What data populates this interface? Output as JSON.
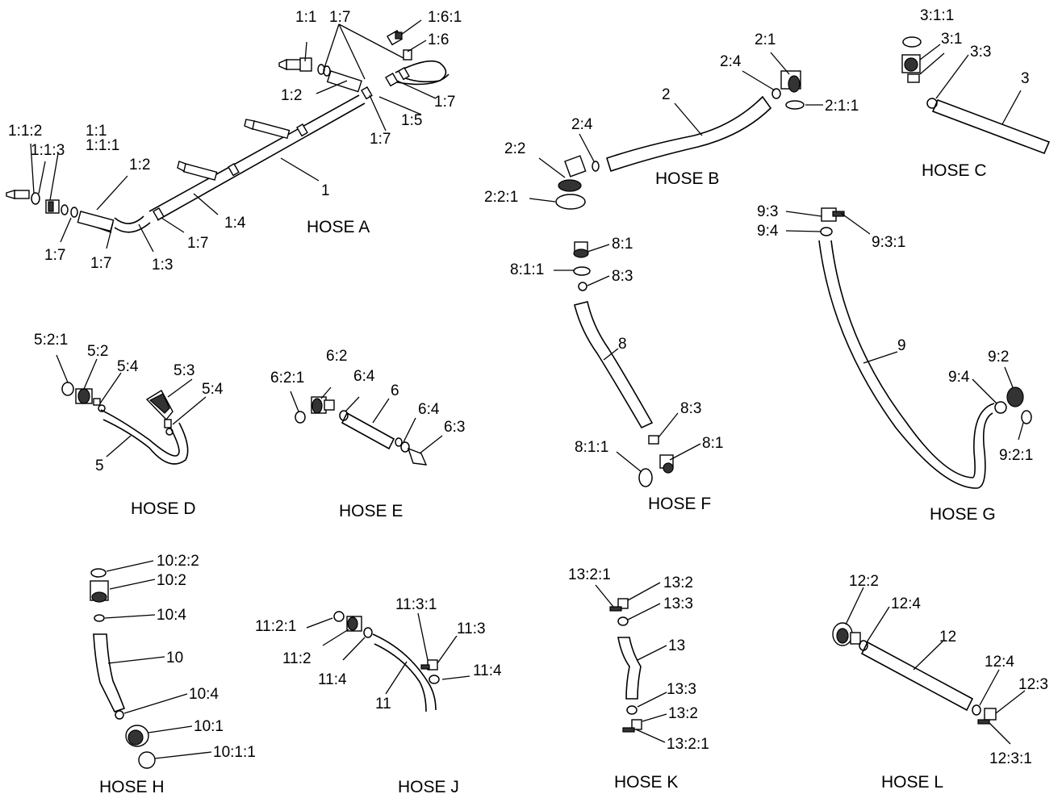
{
  "titles": {
    "a": "HOSE A",
    "b": "HOSE B",
    "c": "HOSE C",
    "d": "HOSE D",
    "e": "HOSE E",
    "f": "HOSE F",
    "g": "HOSE G",
    "h": "HOSE H",
    "j": "HOSE J",
    "k": "HOSE K",
    "l": "HOSE L"
  },
  "a": {
    "l1_1_top": "1:1",
    "l1_7_top": "1:7",
    "l1_6_1": "1:6:1",
    "l1_6": "1:6",
    "l1_2_top": "1:2",
    "l1_7_r": "1:7",
    "l1_5": "1:5",
    "l1_7_mid": "1:7",
    "l1": "1",
    "l1_1_2": "1:1:2",
    "l1_1": "1:1",
    "l1_1_1": "1:1:1",
    "l1_1_3": "1:1:3",
    "l1_2": "1:2",
    "l1_4": "1:4",
    "l1_7_a": "1:7",
    "l1_7_b": "1:7",
    "l1_3": "1:3",
    "l1_7_c": "1:7"
  },
  "b": {
    "l2_1": "2:1",
    "l2_4_r": "2:4",
    "l2_1_1": "2:1:1",
    "l2": "2",
    "l2_4": "2:4",
    "l2_2": "2:2",
    "l2_2_1": "2:2:1"
  },
  "c": {
    "l3_1_1": "3:1:1",
    "l3_1": "3:1",
    "l3_3": "3:3",
    "l3": "3"
  },
  "f": {
    "l8_1": "8:1",
    "l8_1_1": "8:1:1",
    "l8_3": "8:3",
    "l8": "8",
    "l8_3_b": "8:3",
    "l8_1_b": "8:1",
    "l8_1_1_b": "8:1:1"
  },
  "g": {
    "l9_3": "9:3",
    "l9_4": "9:4",
    "l9_3_1": "9:3:1",
    "l9": "9",
    "l9_2": "9:2",
    "l9_4_b": "9:4",
    "l9_2_1": "9:2:1"
  },
  "d": {
    "l5_2_1": "5:2:1",
    "l5_2": "5:2",
    "l5_4": "5:4",
    "l5_3": "5:3",
    "l5_4_b": "5:4",
    "l5": "5"
  },
  "e": {
    "l6_2": "6:2",
    "l6_2_1": "6:2:1",
    "l6_4": "6:4",
    "l6": "6",
    "l6_4_b": "6:4",
    "l6_3": "6:3"
  },
  "h": {
    "l10_2_2": "10:2:2",
    "l10_2": "10:2",
    "l10_4": "10:4",
    "l10": "10",
    "l10_4_b": "10:4",
    "l10_1": "10:1",
    "l10_1_1": "10:1:1"
  },
  "j": {
    "l11_2_1": "11:2:1",
    "l11_2": "11:2",
    "l11_4": "11:4",
    "l11_3_1": "11:3:1",
    "l11_3": "11:3",
    "l11_4_b": "11:4",
    "l11": "11"
  },
  "k": {
    "l13_2_1": "13:2:1",
    "l13_2": "13:2",
    "l13_3": "13:3",
    "l13": "13",
    "l13_3_b": "13:3",
    "l13_2_b": "13:2",
    "l13_2_1_b": "13:2:1"
  },
  "l": {
    "l12_2": "12:2",
    "l12_4": "12:4",
    "l12": "12",
    "l12_4_b": "12:4",
    "l12_3": "12:3",
    "l12_3_1": "12:3:1"
  }
}
